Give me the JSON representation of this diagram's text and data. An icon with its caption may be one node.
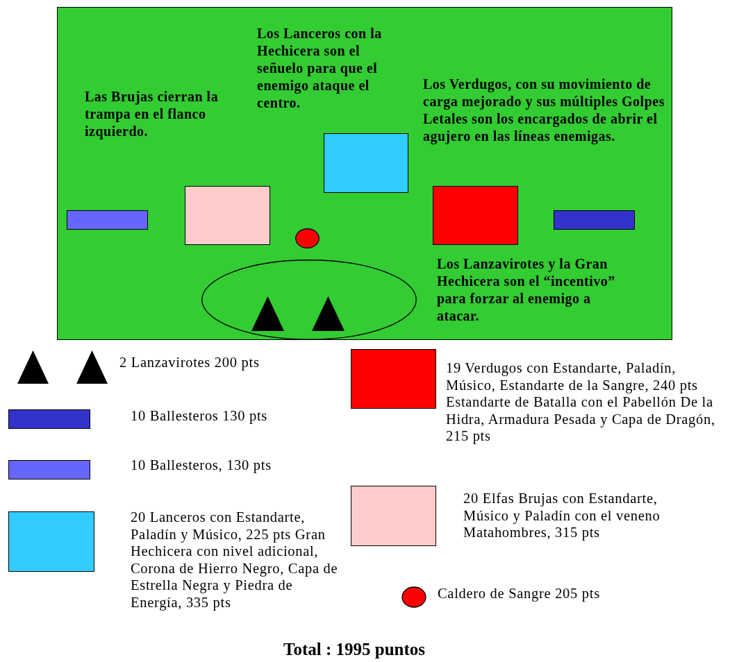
{
  "diagram": {
    "caption": "Total : 1995 puntos",
    "nodes": [
      {
        "text": [],
        "shape": "box"
      },
      {
        "text": [],
        "shape": "box",
        "in": 0
      },
      {
        "text": [],
        "shape": "bar",
        "in": 0
      },
      {
        "text": [],
        "shape": "box",
        "in": 0
      },
      {
        "text": [],
        "shape": "box",
        "in": 0
      },
      {
        "text": [],
        "shape": "bar",
        "in": 0
      },
      {
        "text": [],
        "shape": "circle",
        "in": 0
      },
      {
        "text": [],
        "shape": "ellipse",
        "in": 0
      },
      {
        "text": [],
        "shape": "triangle",
        "in": 7
      },
      {
        "text": [],
        "shape": "triangle",
        "in": 7
      }
    ],
    "labels": [
      "Los Lanceros con la Hechicera son el señuelo para que el enemigo ataque el centro.",
      "Las Brujas cierran la trampa en el flanco izquierdo.",
      "Los Verdugos, con su movimiento de carga mejorado y sus múltiples Golpes Letales son los encargados de abrir el agujero en las líneas enemigas.",
      "Los Lanzavirotes y la Gran Hechicera son el “incentivo” para forzar al enemigo a atacar."
    ],
    "legend": [
      {
        "text": "2 Lanzavirotes 200 pts"
      },
      {
        "text": "10 Ballesteros 130 pts",
        "color": "#3333cc"
      },
      {
        "text": "10 Ballesteros, 130 pts",
        "color": "#6666ff"
      },
      {
        "text": "20 Lanceros con Estandarte, Paladín y Músico, 225 pts Gran Hechicera con nivel adicional, Corona de Hierro Negro, Capa de Estrella Negra y Piedra de Energía, 335 pts",
        "color": "#33ccff"
      },
      {
        "text": "19 Verdugos con Estandarte, Paladín, Músico, Estandarte de la Sangre, 240 pts Estandarte de Batalla con el Pabellón De la Hidra, Armadura Pesada y Capa de Dragón, 215 pts",
        "color": "#ff0000"
      },
      {
        "text": "20 Elfas Brujas con Estandarte, Músico y Paladín con el veneno Matahombres, 315 pts",
        "color": "#ffcccc"
      },
      {
        "text": "Caldero de Sangre 205 pts",
        "color": "#ff0000"
      }
    ]
  }
}
